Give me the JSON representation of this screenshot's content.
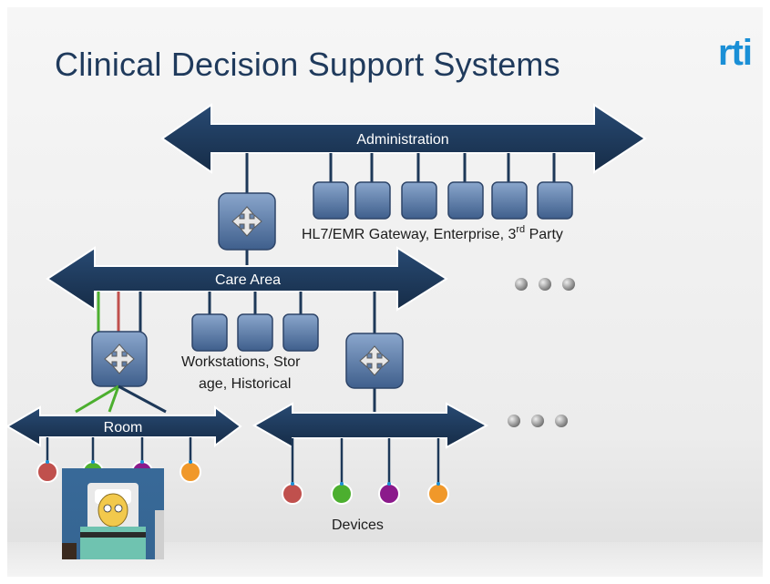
{
  "slide": {
    "title": "Clinical Decision Support Systems",
    "logo": "rti",
    "colors": {
      "title": "#1f3a5c",
      "bus": "#1d3858",
      "node": "#5d7da8",
      "logo": "#1a8fd6",
      "device_red": "#c0504d",
      "device_green": "#4caf2f",
      "device_purple": "#8b1a8b",
      "device_orange": "#f0982a"
    }
  },
  "diagram": {
    "administration_bus_label": "Administration",
    "care_area_bus_label": "Care Area",
    "room_bus_label": "Room",
    "gateway_label": "HL7/EMR Gateway, Enterprise, 3",
    "gateway_label_sup": "rd",
    "gateway_label_end": " Party",
    "workstations_label_line1": "Workstations, Stor",
    "workstations_label_line2": "age, Historical",
    "devices_label": "Devices",
    "icons": [
      "router-icon",
      "server-icon",
      "device-icon",
      "ellipsis-dots",
      "patient-illustration"
    ]
  }
}
